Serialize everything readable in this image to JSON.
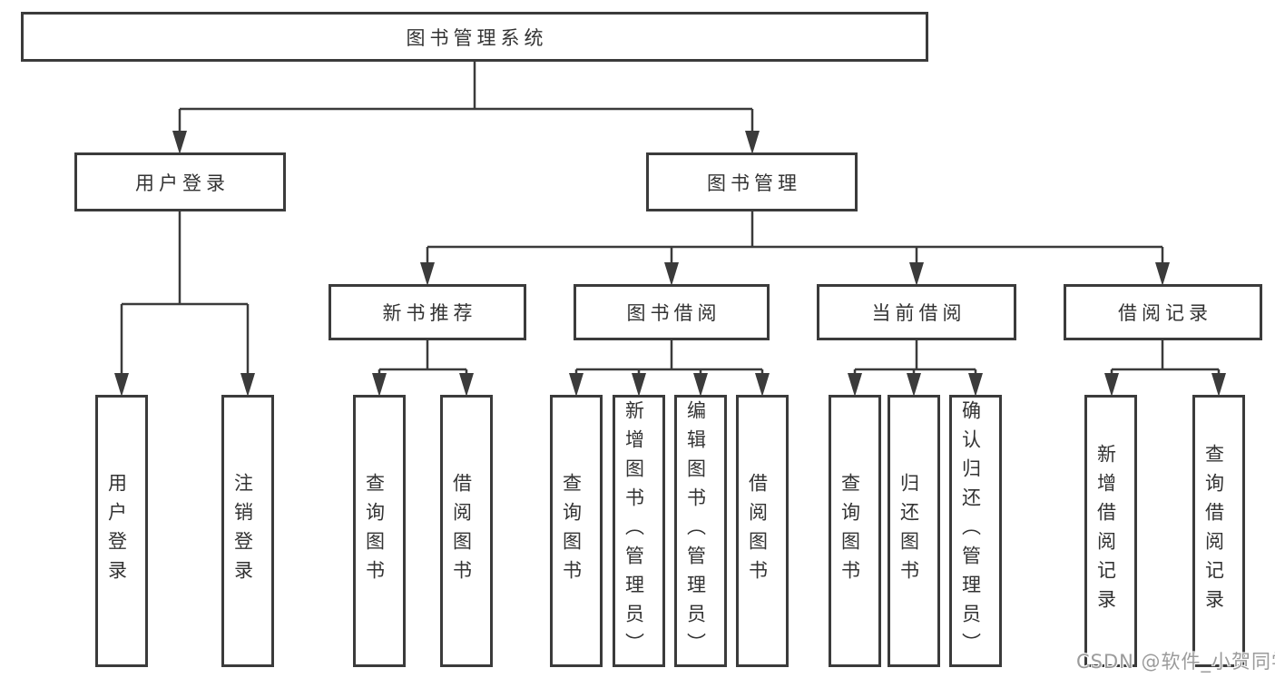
{
  "tree": {
    "label": "图书管理系统",
    "children": [
      {
        "label": "用户登录",
        "children": [
          {
            "label": "用户登录"
          },
          {
            "label": "注销登录"
          }
        ]
      },
      {
        "label": "图书管理",
        "children": [
          {
            "label": "新书推荐",
            "children": [
              {
                "label": "查询图书"
              },
              {
                "label": "借阅图书"
              }
            ]
          },
          {
            "label": "图书借阅",
            "children": [
              {
                "label": "查询图书"
              },
              {
                "label": "新增图书（管理员）"
              },
              {
                "label": "编辑图书（管理员）"
              },
              {
                "label": "借阅图书"
              }
            ]
          },
          {
            "label": "当前借阅",
            "children": [
              {
                "label": "查询图书"
              },
              {
                "label": "归还图书"
              },
              {
                "label": "确认归还（管理员）"
              }
            ]
          },
          {
            "label": "借阅记录",
            "children": [
              {
                "label": "新增借阅记录"
              },
              {
                "label": "查询借阅记录"
              }
            ]
          }
        ]
      }
    ]
  },
  "watermark": {
    "text": "CSDN @软件_小贺同学"
  },
  "colors": {
    "line": "#3b3b3b",
    "text": "#333333",
    "watermark": "#9b9b9b",
    "background": "#ffffff"
  }
}
